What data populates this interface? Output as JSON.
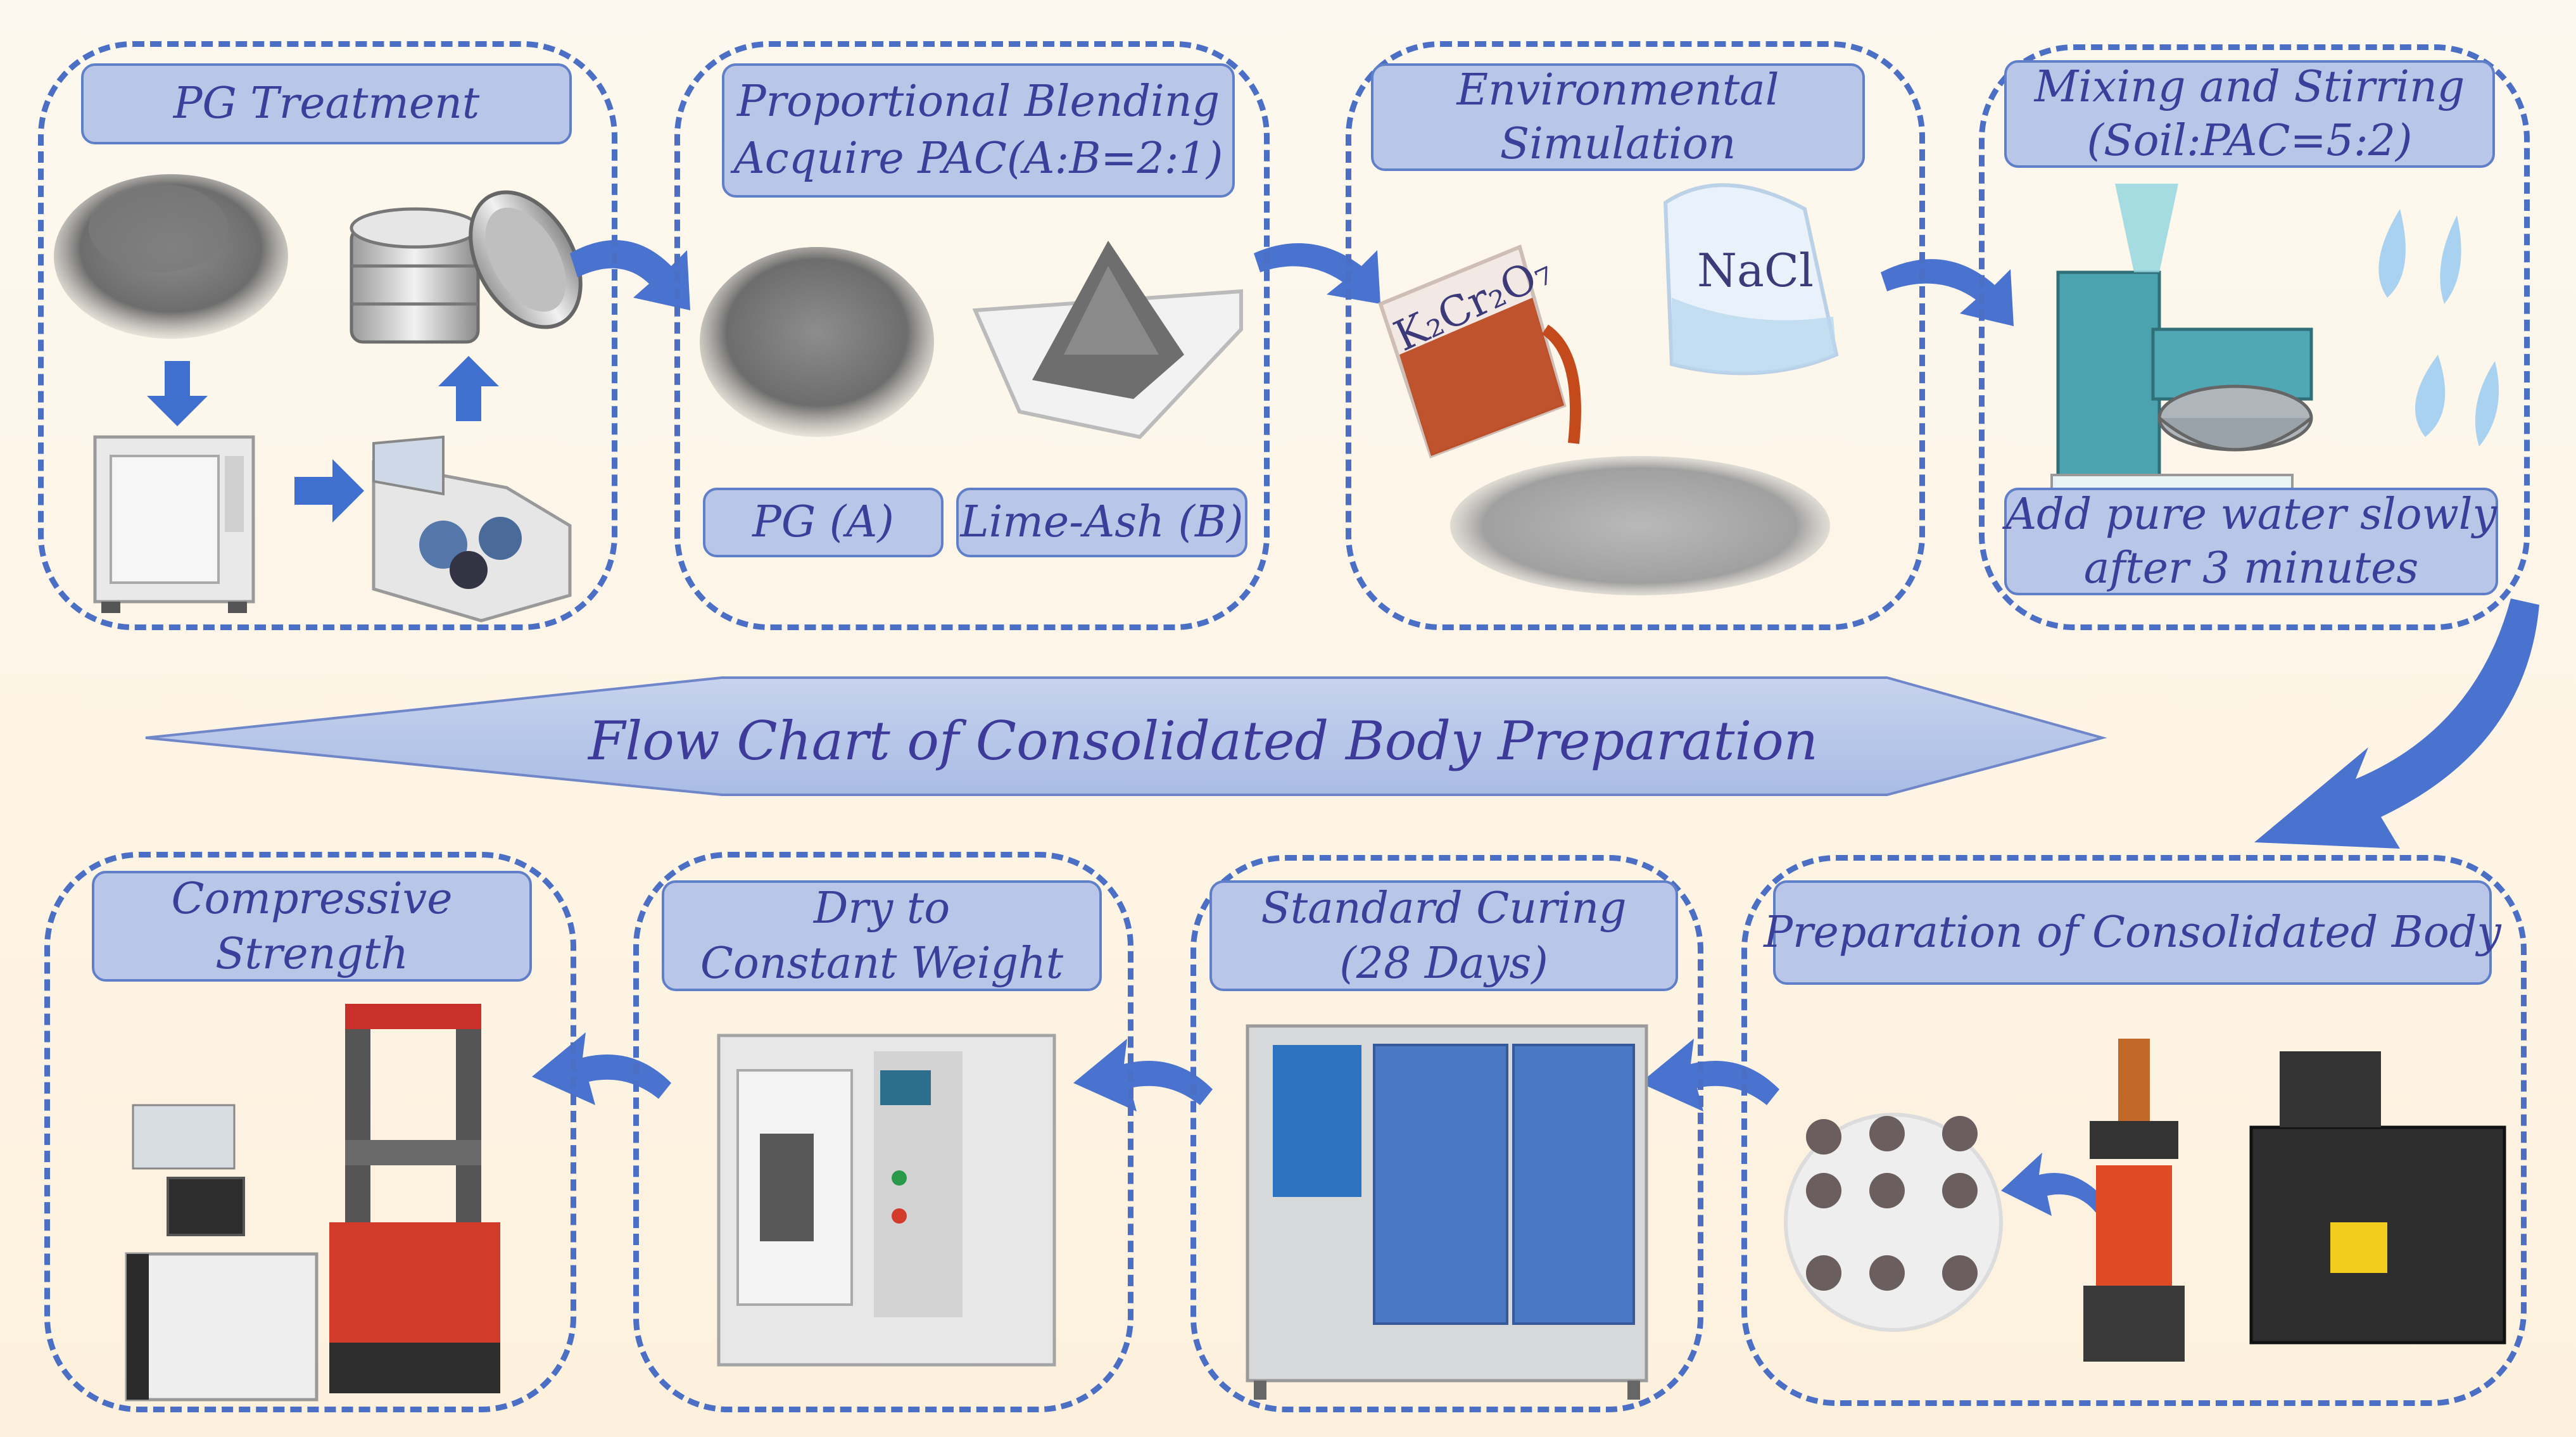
{
  "title": "Flow Chart of Consolidated Body Preparation",
  "stages": {
    "pg_treatment": "PG Treatment",
    "blending_line1": "Proportional Blending",
    "blending_line2": "Acquire PAC(A:B=2:1)",
    "pg_a": "PG (A)",
    "lime_ash_b": "Lime-Ash (B)",
    "env_line1": "Environmental",
    "env_line2": "Simulation",
    "mixing_line1": "Mixing and Stirring",
    "mixing_line2": "(Soil:PAC=5:2)",
    "water_line1": "Add pure water slowly",
    "water_line2": "after 3 minutes",
    "preparation": "Preparation of Consolidated Body",
    "curing_line1": "Standard Curing",
    "curing_line2": "(28 Days)",
    "dry_line1": "Dry to",
    "dry_line2": "Constant Weight",
    "strength_line1": "Compressive",
    "strength_line2": "Strength"
  },
  "chemicals": {
    "dichromate": "K₂Cr₂O₇",
    "salt": "NaCl"
  },
  "colors": {
    "frame": "#4a6fc4",
    "label_fill": "#b9c6e8",
    "label_text": "#3a3f9a",
    "arrow": "#4a73cf"
  }
}
